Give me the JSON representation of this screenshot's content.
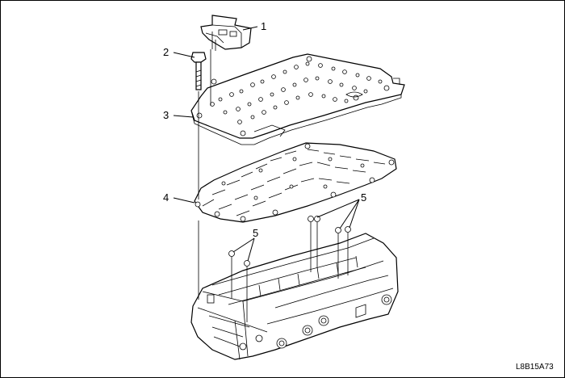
{
  "figure": {
    "code": "L8B15A73"
  },
  "callouts": [
    {
      "label": "1"
    },
    {
      "label": "2"
    },
    {
      "label": "3"
    },
    {
      "label": "4"
    },
    {
      "label": "5"
    },
    {
      "label": "5"
    }
  ],
  "parts": [
    {
      "icon": "bracket-icon"
    },
    {
      "icon": "bolt-icon"
    },
    {
      "icon": "separator-plate-icon"
    },
    {
      "icon": "gasket-icon"
    },
    {
      "icon": "check-ball-icon"
    },
    {
      "icon": "valve-body-icon"
    }
  ]
}
